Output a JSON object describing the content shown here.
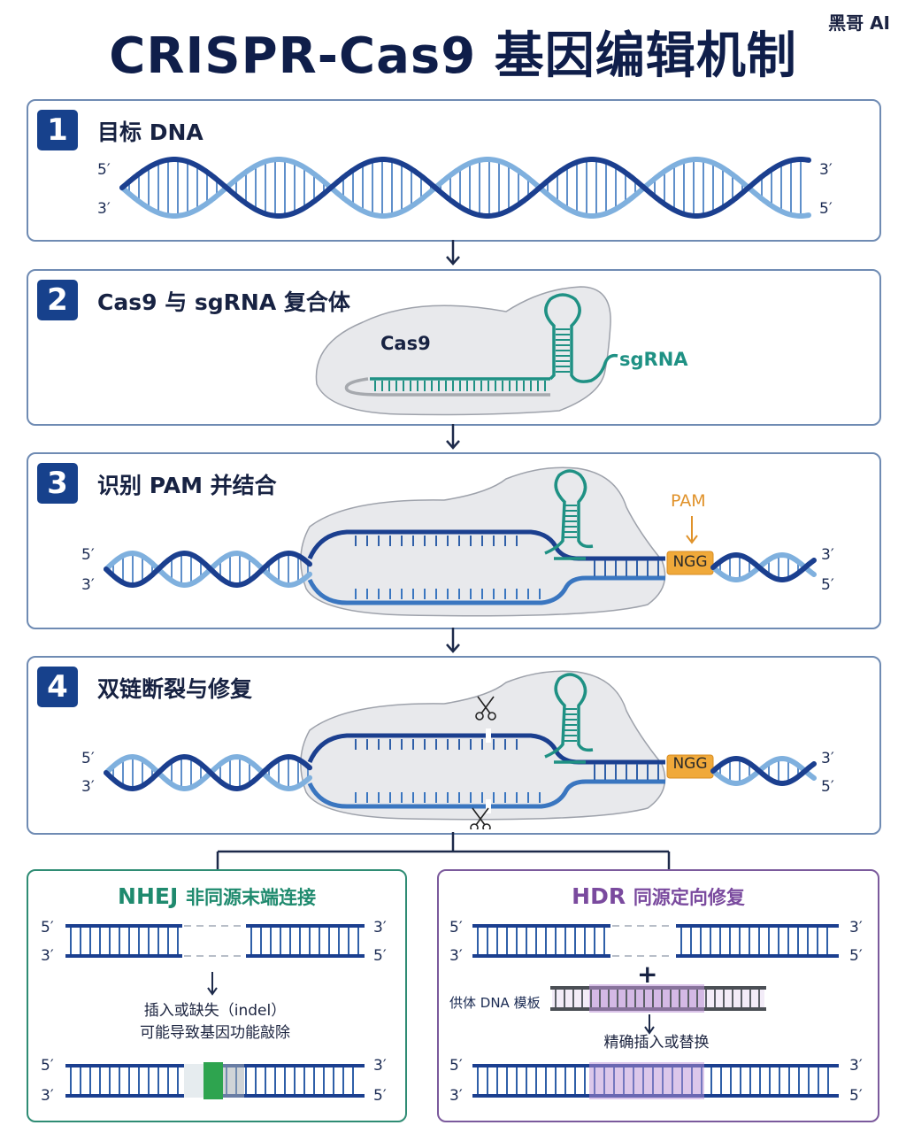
{
  "title": "CRISPR-Cas9 基因编辑机制",
  "watermark": "黑哥 AI",
  "labels": {
    "five_prime": "5′",
    "three_prime": "3′"
  },
  "steps": [
    {
      "number": "1",
      "title": "目标 DNA"
    },
    {
      "number": "2",
      "title": "Cas9 与 sgRNA 复合体",
      "cas9_label": "Cas9",
      "sgrna_label": "sgRNA"
    },
    {
      "number": "3",
      "title": "识别 PAM 并结合",
      "pam_label": "PAM",
      "ngg_label": "NGG"
    },
    {
      "number": "4",
      "title": "双链断裂与修复",
      "ngg_label": "NGG"
    }
  ],
  "nhej": {
    "title_abbr": "NHEJ",
    "title_full": "非同源末端连接",
    "note_line1": "插入或缺失（indel）",
    "note_line2": "可能导致基因功能敲除"
  },
  "hdr": {
    "title_abbr": "HDR",
    "title_full": "同源定向修复",
    "plus": "+",
    "donor_label": "供体 DNA 模板",
    "result_label": "精确插入或替换"
  },
  "colors": {
    "dark_blue": "#1b3f8f",
    "light_blue": "#7fb0de",
    "teal": "#1f9184",
    "orange": "#f0a93a",
    "nhej_green": "#1f8a6e",
    "hdr_purple": "#7a4a9e"
  }
}
